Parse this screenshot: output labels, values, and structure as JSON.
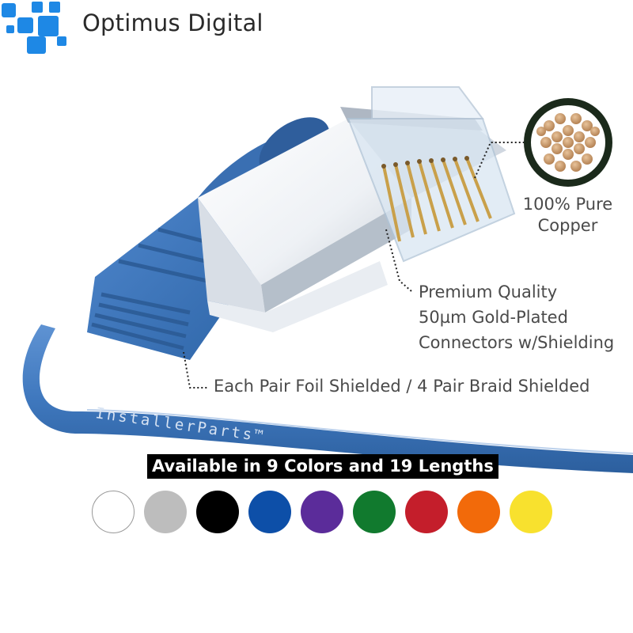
{
  "brand": {
    "name": "Optimus Digital",
    "mark_color": "#1E88E5",
    "logo_icon": "pixel-blocks-logo-icon"
  },
  "cable": {
    "color": "#3F78BE",
    "print": "InstallerParts™"
  },
  "callouts": {
    "copper": [
      "100% Pure",
      "Copper"
    ],
    "gold": [
      "Premium Quality",
      "50µm Gold-Plated",
      "Connectors w/Shielding"
    ],
    "shield": "Each Pair Foil Shielded / 4 Pair Braid Shielded"
  },
  "banner": "Available in 9 Colors and 19 Lengths",
  "colors": [
    "#FFFFFF",
    "#BDBDBD",
    "#000000",
    "#0D4FA8",
    "#5B2C9A",
    "#117A2E",
    "#C41E2B",
    "#F26A0A",
    "#F8E12E"
  ]
}
